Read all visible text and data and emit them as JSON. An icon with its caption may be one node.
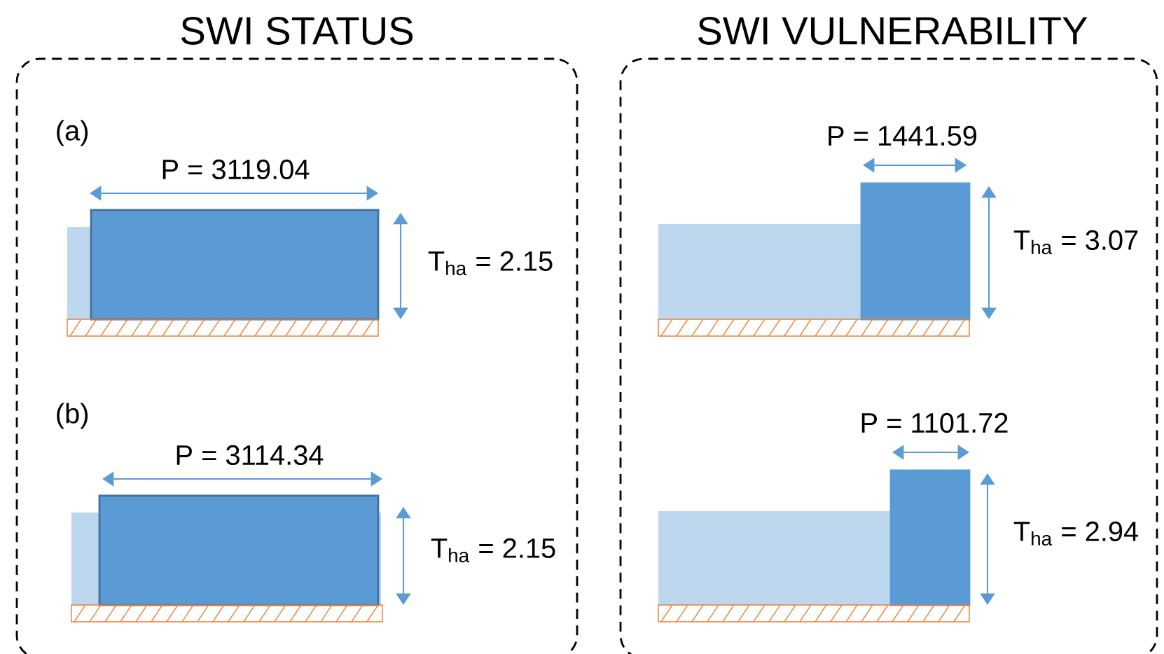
{
  "diagram": {
    "nodes": [
      {
        "text": [
          "SWI STATUS"
        ]
      },
      {
        "text": [
          "SWI VULNERABILITY"
        ]
      }
    ],
    "labels": [
      "(a)",
      "P = 3119.04",
      "P = 1441.59",
      "T$_{ha}$ = 2.15",
      "T$_{ha}$ = 3.07",
      "(b)",
      "P = 3114.34",
      "P = 1101.72",
      "T$_{ha}$ = 2.15",
      "T$_{ha}$ = 2.94"
    ]
  }
}
